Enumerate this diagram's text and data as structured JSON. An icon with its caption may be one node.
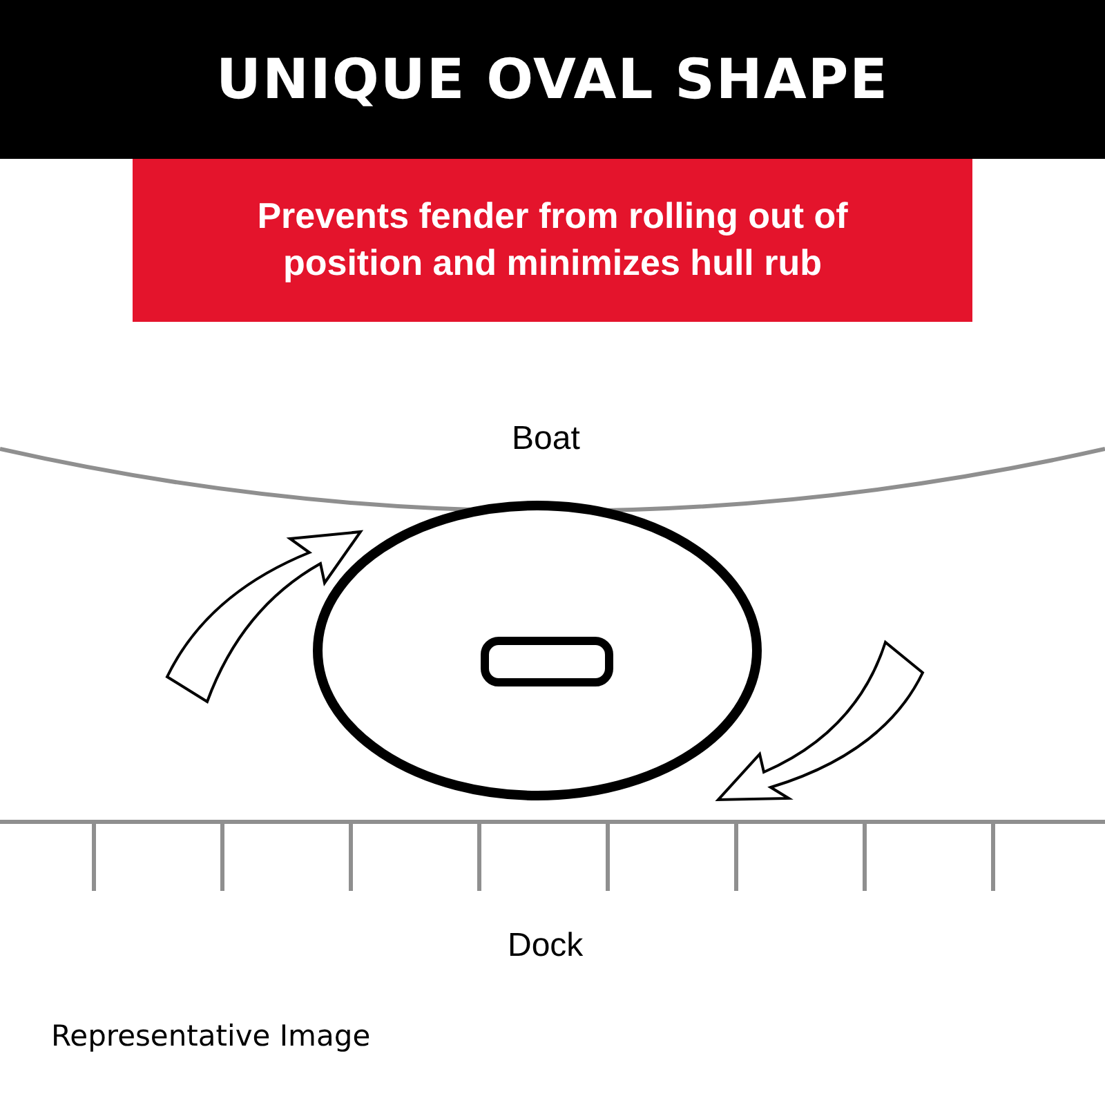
{
  "diagram": {
    "title": "UNIQUE OVAL SHAPE",
    "nodes": [
      {
        "text": [
          "Prevents fender from rolling out of position and minimizes hull rub"
        ]
      }
    ],
    "labels": [
      "Boat",
      "Dock",
      "Representative Image"
    ]
  }
}
